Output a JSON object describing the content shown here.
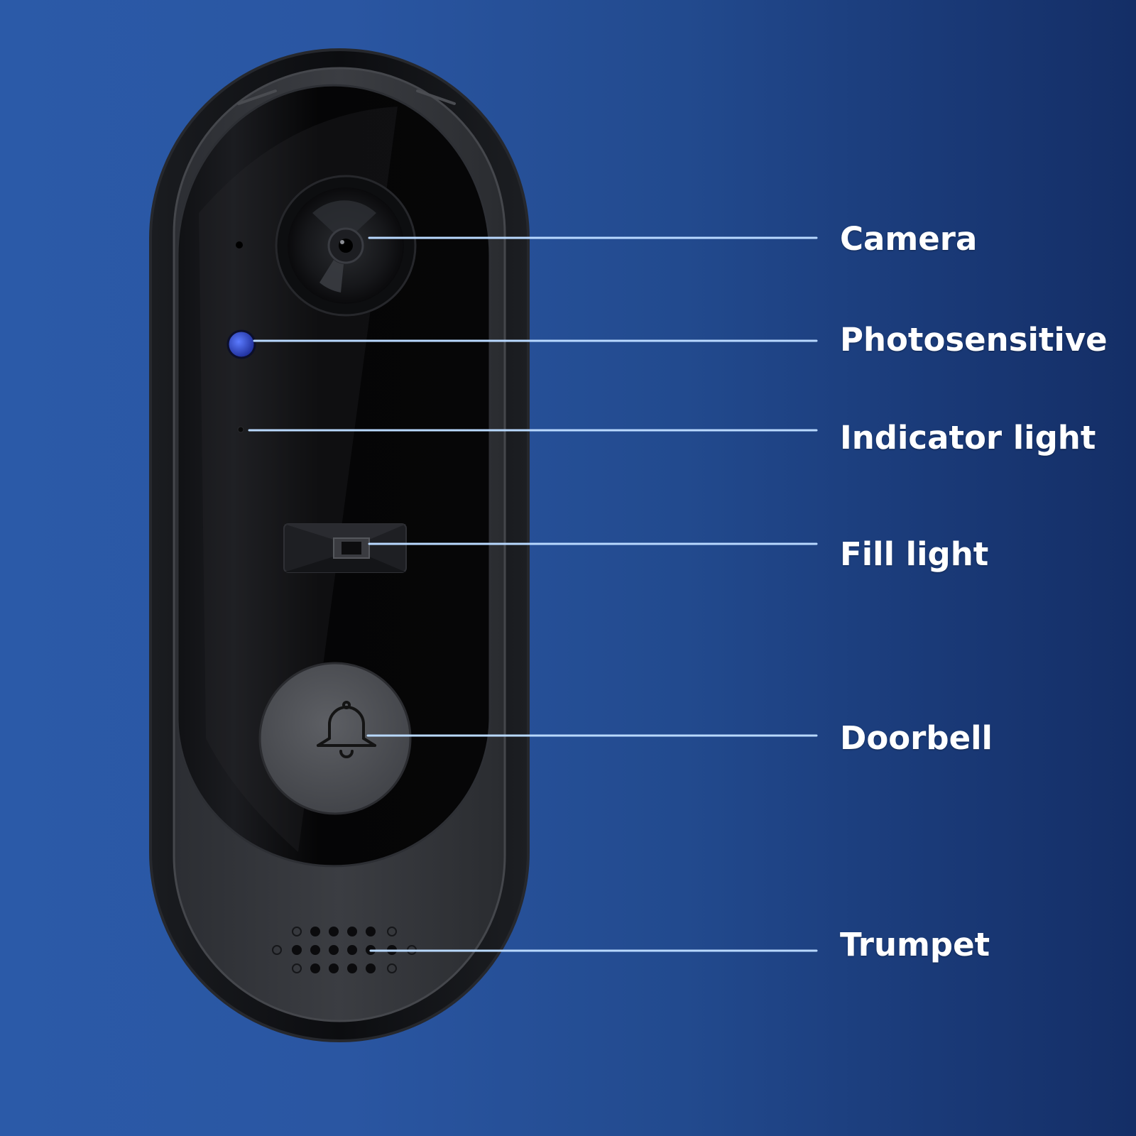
{
  "product": "video doorbell",
  "colors": {
    "background": "#2a56a2",
    "body": "#0b0c0f",
    "leader_line": "#b9d9ff",
    "label_text": "#ffffff",
    "photosensor_accent": "#2f4fd0"
  },
  "icons": {
    "doorbell_button": "bell-icon",
    "speaker": "speaker-grille-icon"
  },
  "callouts": [
    {
      "label": "Camera",
      "part": "camera"
    },
    {
      "label": "Photosensitive",
      "part": "photosensor"
    },
    {
      "label": "Indicator light",
      "part": "indicator-light"
    },
    {
      "label": "Fill light",
      "part": "fill-light"
    },
    {
      "label": "Doorbell",
      "part": "doorbell-button"
    },
    {
      "label": "Trumpet",
      "part": "speaker"
    }
  ]
}
